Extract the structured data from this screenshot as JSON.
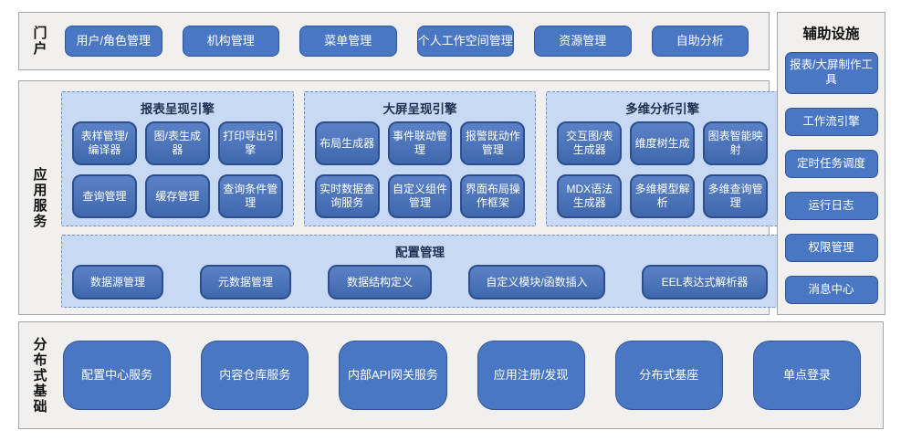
{
  "portal": {
    "label": "门户",
    "buttons": [
      "用户/角色管理",
      "机构管理",
      "菜单管理",
      "个人工作空间管理",
      "资源管理",
      "自助分析"
    ]
  },
  "app_services": {
    "label": "应用服务",
    "engines": [
      {
        "title": "报表呈现引擎",
        "buttons": [
          "表样管理/编译器",
          "图/表生成器",
          "打印导出引擎",
          "查询管理",
          "缓存管理",
          "查询条件管理"
        ]
      },
      {
        "title": "大屏呈现引擎",
        "buttons": [
          "布局生成器",
          "事件联动管理",
          "报警既动作管理",
          "实时数据查询服务",
          "自定义组件管理",
          "界面布局操作框架"
        ]
      },
      {
        "title": "多维分析引擎",
        "buttons": [
          "交互图/表生成器",
          "维度树生成",
          "图表智能映射",
          "MDX语法生成器",
          "多维模型解析",
          "多维查询管理"
        ]
      }
    ],
    "config": {
      "title": "配置管理",
      "buttons": [
        "数据源管理",
        "元数据管理",
        "数据结构定义",
        "自定义模块/函数插入",
        "EEL表达式解析器"
      ]
    }
  },
  "auxiliary": {
    "title": "辅助设施",
    "buttons": [
      "报表/大屏制作工具",
      "工作流引擎",
      "定时任务调度",
      "运行日志",
      "权限管理",
      "消息中心"
    ]
  },
  "foundation": {
    "label": "分布式基础",
    "buttons": [
      "配置中心服务",
      "内容仓库服务",
      "内部API网关服务",
      "应用注册/发现",
      "分布式基座",
      "单点登录"
    ]
  },
  "colors": {
    "node_fill": "#4a77c4",
    "node_border": "#2f5597",
    "inner_node_border": "#2c4e8e",
    "panel_fill": "#c8d9f3",
    "panel_dashed_border": "#6e8fc9",
    "section_fill": "#f1f0ee",
    "section_border": "#a6a6a6",
    "text_on_node": "#ffffff",
    "panel_title_text": "#1f3050"
  }
}
